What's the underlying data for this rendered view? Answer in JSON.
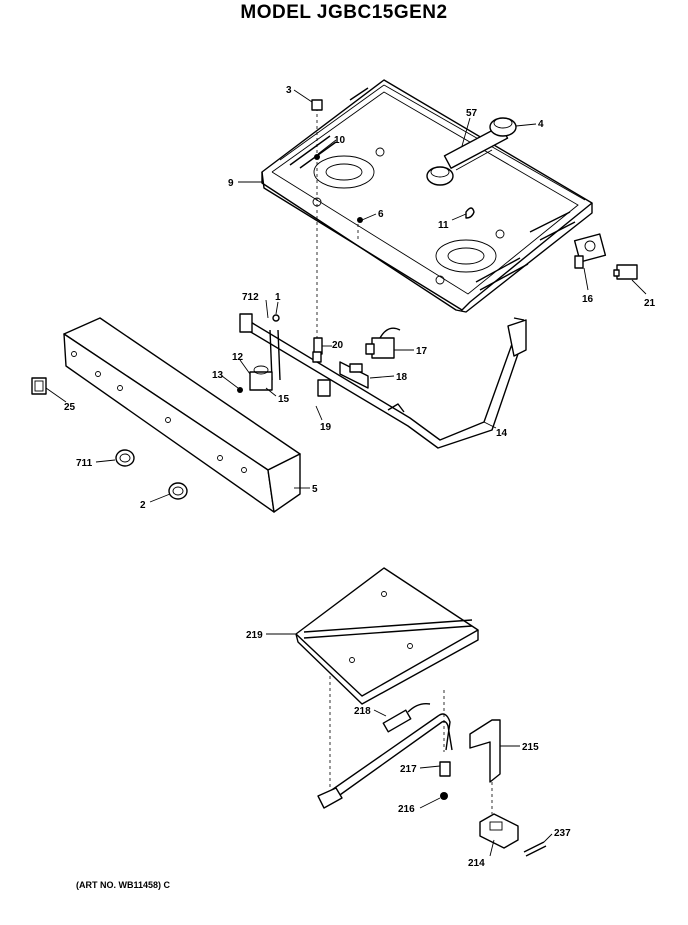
{
  "header": {
    "title": "MODEL JGBC15GEN2"
  },
  "footer": {
    "art_number": "(ART NO. WB11458) C"
  },
  "callouts": [
    {
      "id": "c3",
      "text": "3"
    },
    {
      "id": "c57",
      "text": "57"
    },
    {
      "id": "c4",
      "text": "4"
    },
    {
      "id": "c10",
      "text": "10"
    },
    {
      "id": "c9",
      "text": "9"
    },
    {
      "id": "c6",
      "text": "6"
    },
    {
      "id": "c11",
      "text": "11"
    },
    {
      "id": "c16",
      "text": "16"
    },
    {
      "id": "c21",
      "text": "21"
    },
    {
      "id": "c712",
      "text": "712"
    },
    {
      "id": "c1",
      "text": "1"
    },
    {
      "id": "c20",
      "text": "20"
    },
    {
      "id": "c17",
      "text": "17"
    },
    {
      "id": "c12",
      "text": "12"
    },
    {
      "id": "c13",
      "text": "13"
    },
    {
      "id": "c15",
      "text": "15"
    },
    {
      "id": "c18",
      "text": "18"
    },
    {
      "id": "c19",
      "text": "19"
    },
    {
      "id": "c14",
      "text": "14"
    },
    {
      "id": "c25",
      "text": "25"
    },
    {
      "id": "c711",
      "text": "711"
    },
    {
      "id": "c2",
      "text": "2"
    },
    {
      "id": "c5",
      "text": "5"
    },
    {
      "id": "c219",
      "text": "219"
    },
    {
      "id": "c218",
      "text": "218"
    },
    {
      "id": "c215",
      "text": "215"
    },
    {
      "id": "c217",
      "text": "217"
    },
    {
      "id": "c216",
      "text": "216"
    },
    {
      "id": "c237",
      "text": "237"
    },
    {
      "id": "c214",
      "text": "214"
    }
  ]
}
